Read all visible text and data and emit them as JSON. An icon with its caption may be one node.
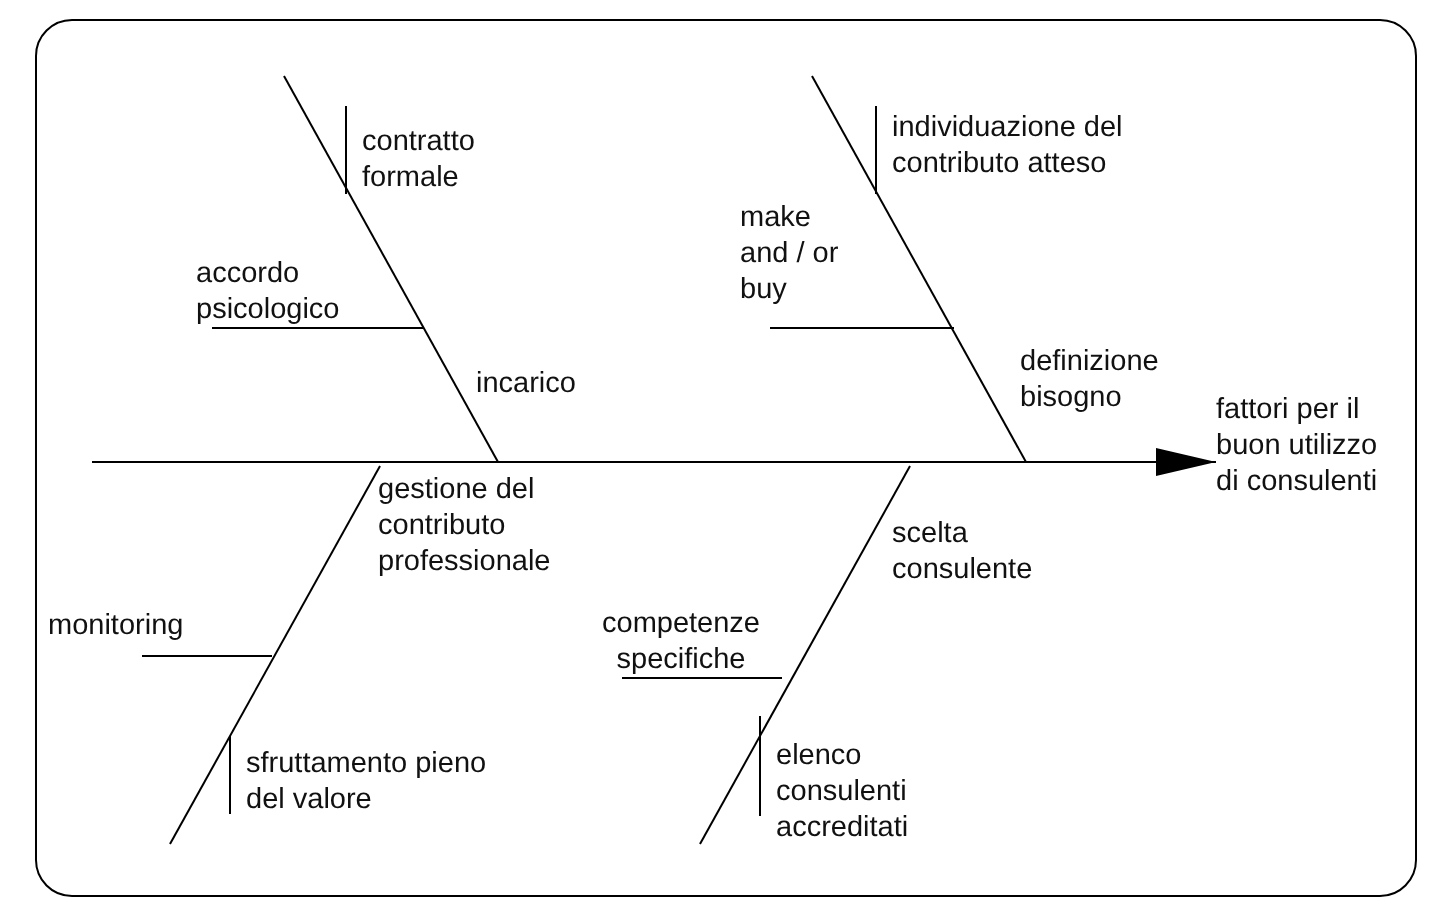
{
  "diagram": {
    "nodes": [
      {
        "text": [
          "fattori per il buon utilizzo di consulenti"
        ]
      },
      {
        "text": [
          "contratto formale"
        ]
      },
      {
        "text": [
          "accordo psicologico"
        ]
      },
      {
        "text": [
          "individuazione del contributo atteso"
        ]
      },
      {
        "text": [
          "make and / or buy"
        ]
      },
      {
        "text": [
          "monitoring"
        ]
      },
      {
        "text": [
          "sfruttamento pieno del valore"
        ]
      },
      {
        "text": [
          "competenze specifiche"
        ]
      },
      {
        "text": [
          "elenco consulenti accreditati"
        ]
      }
    ],
    "edges": [
      {
        "from": null,
        "to": 0,
        "arrow": "to"
      },
      {
        "from": 1,
        "to": null,
        "arrow": "none"
      },
      {
        "from": 2,
        "to": null,
        "arrow": "none"
      },
      {
        "from": 3,
        "to": null,
        "arrow": "none"
      },
      {
        "from": 4,
        "to": null,
        "arrow": "none"
      },
      {
        "from": 5,
        "to": null,
        "arrow": "none"
      },
      {
        "from": 6,
        "to": null,
        "arrow": "none"
      },
      {
        "from": 7,
        "to": null,
        "arrow": "none"
      },
      {
        "from": 8,
        "to": null,
        "arrow": "none"
      }
    ],
    "labels": [
      "incarico",
      "definizione bisogno",
      "gestione del contributo professionale",
      "scelta consulente"
    ]
  }
}
